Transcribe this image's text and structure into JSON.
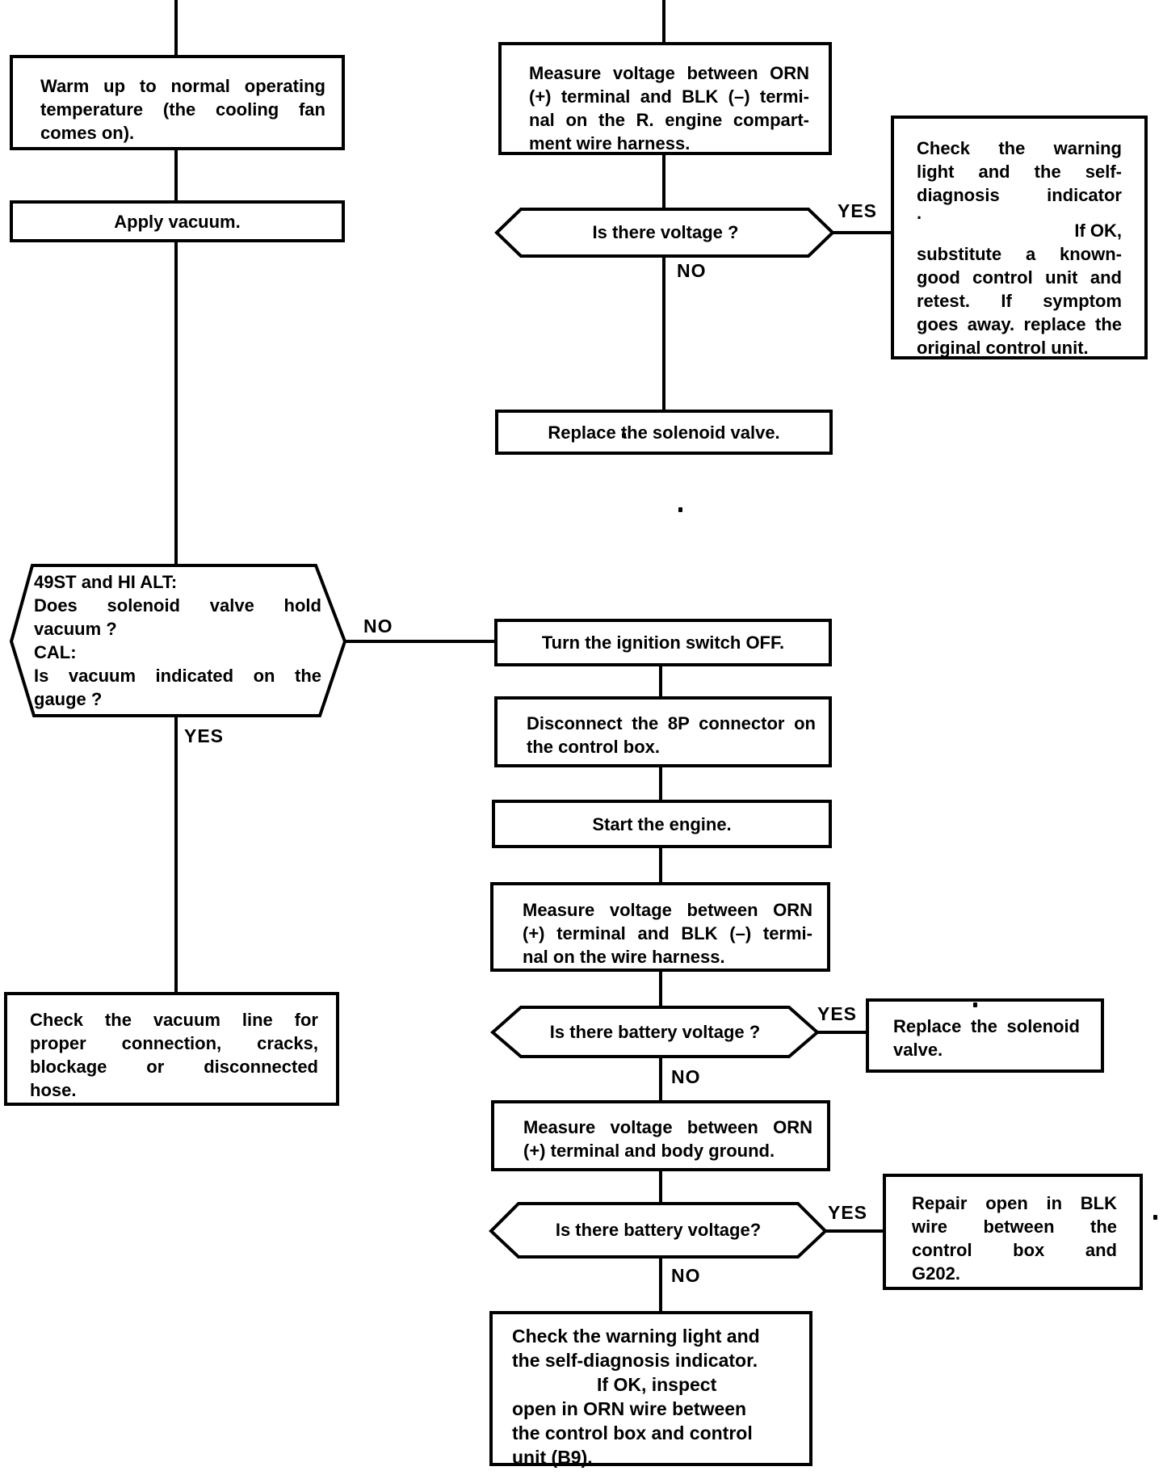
{
  "theme": {
    "ink": "#000000",
    "paper": "#ffffff"
  },
  "labels": {
    "yes": "YES",
    "no": "NO"
  },
  "nodes": {
    "warmup": {
      "lines": [
        "Warm up to normal operating",
        "temperature (the cooling fan",
        "comes on)."
      ]
    },
    "apply_vacuum": {
      "text": "Apply vacuum."
    },
    "measure_r_engine": {
      "lines": [
        "Measure voltage between ORN",
        "(+) terminal and BLK (–) termi-",
        "nal on the R. engine compart-",
        "ment wire harness."
      ]
    },
    "is_there_voltage": {
      "text": "Is there voltage ?"
    },
    "check_warning_substitute": {
      "lines": [
        "Check the warning",
        "light and the self-",
        "diagnosis indicator",
        ".",
        "If OK,",
        "substitute a known-",
        "good control unit and",
        "retest. If symptom",
        "goes away. replace the",
        "original control unit."
      ]
    },
    "replace_solenoid_top": {
      "text": "Replace the solenoid valve."
    },
    "hex_49st": {
      "lines": [
        "49ST and HI ALT:",
        "Does solenoid valve hold",
        "vacuum ?",
        "CAL:",
        "Is vacuum indicated on the",
        "gauge ?"
      ]
    },
    "turn_ignition_off": {
      "text": "Turn the ignition switch OFF."
    },
    "disconnect_8p": {
      "lines": [
        "Disconnect the 8P connector on",
        "the control box."
      ]
    },
    "start_engine": {
      "text": "Start the engine."
    },
    "measure_wire_harness": {
      "lines": [
        "Measure voltage between ORN",
        "(+) terminal and BLK (–) termi-",
        "nal on the wire harness."
      ]
    },
    "is_battery_voltage_1": {
      "text": "Is there battery voltage ?"
    },
    "replace_solenoid_right": {
      "lines": [
        "Replace the solenoid",
        "valve."
      ]
    },
    "measure_body_ground": {
      "lines": [
        "Measure voltage between ORN",
        "(+) terminal and body ground."
      ]
    },
    "is_battery_voltage_2": {
      "text": "Is there battery voltage?"
    },
    "repair_open_blk": {
      "lines": [
        "Repair open in BLK",
        "wire between the",
        "control box and",
        "G202."
      ]
    },
    "check_vacuum_line": {
      "lines": [
        "Check the vacuum line for",
        "proper connection, cracks,",
        "blockage or disconnected",
        "hose."
      ]
    },
    "check_warning_inspect": {
      "lines": [
        "Check the warning light and",
        "the self-diagnosis indicator.",
        "If OK, inspect",
        "open in ORN wire between",
        "the control box and control",
        "unit (B9)."
      ]
    }
  }
}
